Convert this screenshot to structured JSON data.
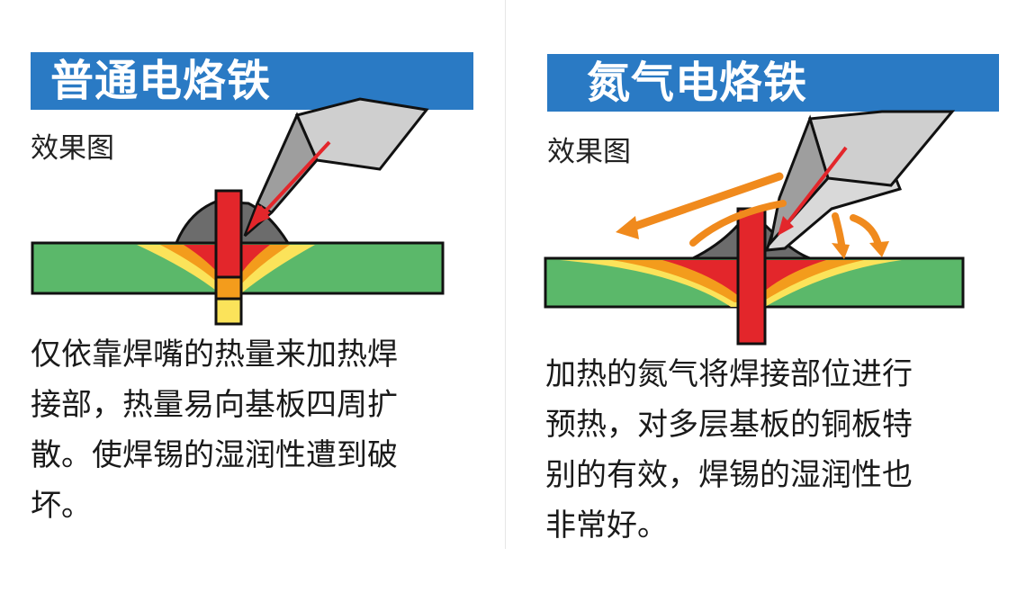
{
  "left_panel": {
    "title": "普通电烙铁",
    "subtitle": "效果图",
    "description_lines": [
      "仅依靠焊嘴的热量来加热焊",
      "接部，热量易向基板四周扩",
      "散。使焊锡的湿润性遭到破",
      "坏。"
    ]
  },
  "right_panel": {
    "title": "氮气电烙铁",
    "subtitle": "效果图",
    "description_lines": [
      "加热的氮气将焊接部位进行",
      "预热，对多层基板的铜板特",
      "别的有效，焊锡的湿润性也",
      "非常好。"
    ]
  },
  "colors": {
    "title_bar": "#2a7ac4",
    "board_green": "#5bb86a",
    "pin_red": "#e3262b",
    "heat_orange": "#f39c1c",
    "heat_yellow": "#fbe35a",
    "solder_gray": "#6c6c6c",
    "iron_gray": "#cfcfcf",
    "nitrogen_arrow": "#f08a1d"
  }
}
